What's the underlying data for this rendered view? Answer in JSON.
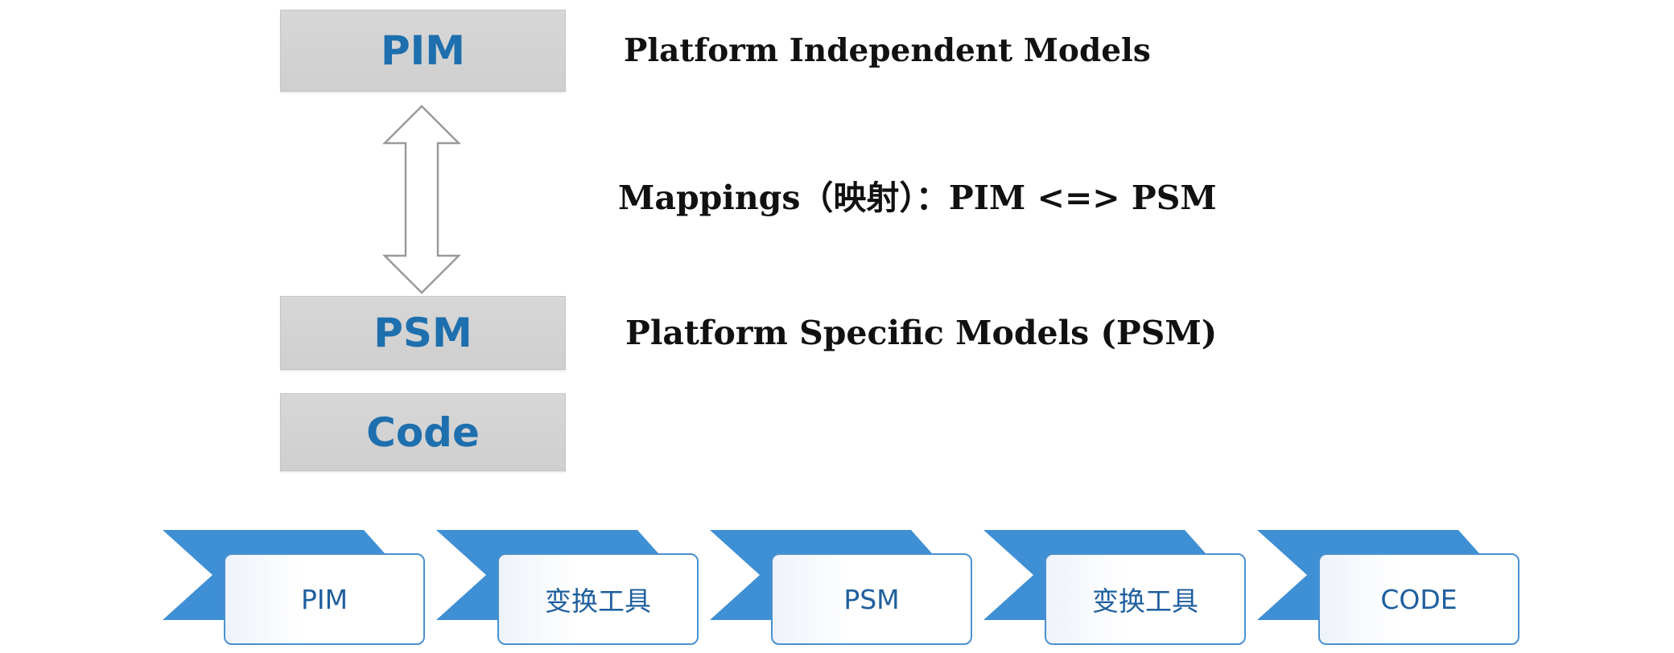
{
  "stack": {
    "pim": "PIM",
    "psm": "PSM",
    "code": "Code"
  },
  "descriptions": {
    "pim": "Platform Independent Models",
    "mapping": "Mappings（映射）：PIM <=> PSM",
    "psm": "Platform Specific Models (PSM)"
  },
  "flow": {
    "steps": [
      "PIM",
      "变换工具",
      "PSM",
      "变换工具",
      "CODE"
    ]
  },
  "colors": {
    "box_fill": "#d3d3d3",
    "box_text": "#1e6fae",
    "chevron": "#3f8fd4",
    "card_border": "#4a90d0",
    "card_text": "#1f5f9e"
  }
}
